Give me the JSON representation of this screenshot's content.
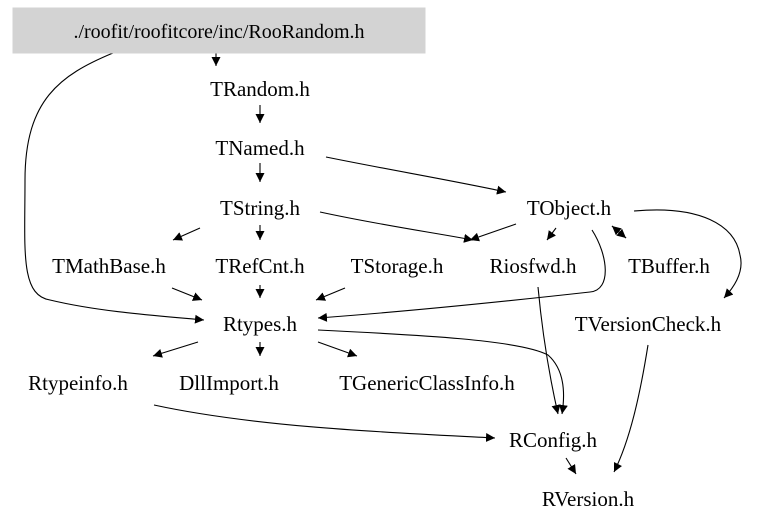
{
  "graph": {
    "root": "./roofit/roofitcore/inc/RooRandom.h",
    "nodes": [
      "TRandom.h",
      "TNamed.h",
      "TObject.h",
      "TString.h",
      "TMathBase.h",
      "TRefCnt.h",
      "TStorage.h",
      "Riosfwd.h",
      "TBuffer.h",
      "Rtypes.h",
      "TVersionCheck.h",
      "Rtypeinfo.h",
      "DllImport.h",
      "TGenericClassInfo.h",
      "RConfig.h",
      "RVersion.h"
    ],
    "edges": [
      [
        "./roofit/roofitcore/inc/RooRandom.h",
        "TRandom.h"
      ],
      [
        "./roofit/roofitcore/inc/RooRandom.h",
        "Rtypes.h"
      ],
      [
        "TRandom.h",
        "TNamed.h"
      ],
      [
        "TNamed.h",
        "TString.h"
      ],
      [
        "TNamed.h",
        "TObject.h"
      ],
      [
        "TString.h",
        "TMathBase.h"
      ],
      [
        "TString.h",
        "TRefCnt.h"
      ],
      [
        "TString.h",
        "Riosfwd.h"
      ],
      [
        "TObject.h",
        "Riosfwd.h"
      ],
      [
        "TObject.h",
        "TStorage.h"
      ],
      [
        "TObject.h",
        "TBuffer.h"
      ],
      [
        "TObject.h",
        "Rtypes.h"
      ],
      [
        "TObject.h",
        "TVersionCheck.h"
      ],
      [
        "TMathBase.h",
        "Rtypes.h"
      ],
      [
        "TRefCnt.h",
        "Rtypes.h"
      ],
      [
        "TStorage.h",
        "Rtypes.h"
      ],
      [
        "Riosfwd.h",
        "RConfig.h"
      ],
      [
        "Rtypes.h",
        "Rtypeinfo.h"
      ],
      [
        "Rtypes.h",
        "DllImport.h"
      ],
      [
        "Rtypes.h",
        "TGenericClassInfo.h"
      ],
      [
        "Rtypes.h",
        "RConfig.h"
      ],
      [
        "Rtypeinfo.h",
        "RConfig.h"
      ],
      [
        "RConfig.h",
        "RVersion.h"
      ],
      [
        "TVersionCheck.h",
        "RVersion.h"
      ]
    ]
  }
}
